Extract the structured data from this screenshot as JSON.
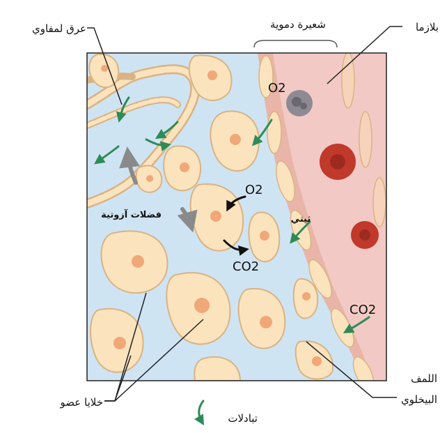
{
  "labels": {
    "lymph_capillary": "عرق لمفاوي",
    "blood_capillary": "شعيرة دموية",
    "plasma": "بلازما",
    "o2_top": "O2",
    "o2_mid": "O2",
    "co2_mid": "CO2",
    "co2_right": "CO2",
    "wastes": "فضلات آزوتية",
    "leukocyte": "ثيتي",
    "lymph": "اللمف",
    "interstitial_fluid": "البيخلوي",
    "organ_cells": "خلايا عضو",
    "exchanges": "تبادلات"
  },
  "colors": {
    "interstitial": "#cfe4f3",
    "blood": "#f2c9c4",
    "cell_fill": "#fbe3bd",
    "cell_edge": "#d9b383",
    "nucleus": "#f0a878",
    "rbc": "#c0392b",
    "wbc": "#8e8a93",
    "arrow_exchange": "#2e8b57",
    "arrow_gas": "#111111",
    "arrow_waste": "#8a8a8a"
  }
}
